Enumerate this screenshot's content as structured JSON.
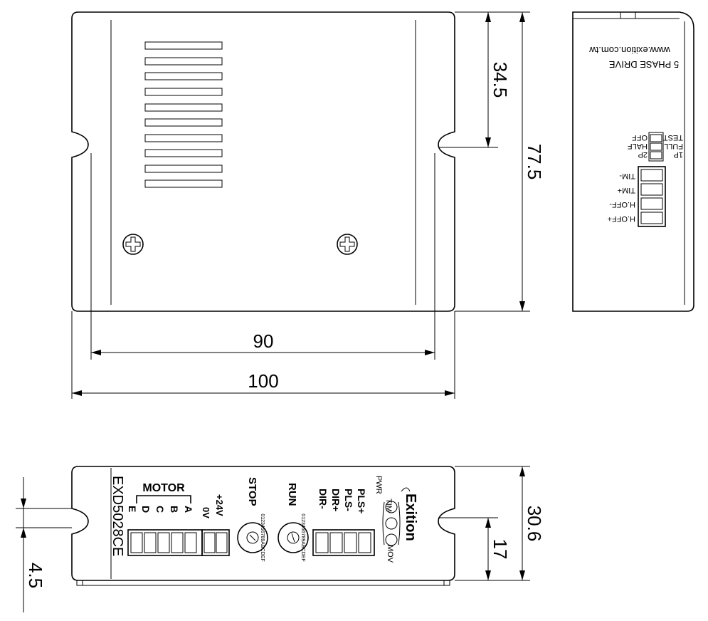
{
  "dimensions": {
    "width_100": "100",
    "width_90": "90",
    "height_77_5": "77.5",
    "height_34_5": "34.5",
    "height_30_6": "30.6",
    "height_17": "17",
    "slot_4_5": "4.5"
  },
  "side_view": {
    "url": "www.exition.com.tw",
    "drive": "5 PHASE DRIVE",
    "switch_left": [
      "OFF",
      "HALF",
      "2P"
    ],
    "switch_right": [
      "TEST",
      "FULL",
      "1P"
    ],
    "terminals": [
      "TIM-",
      "TIM+",
      "H.OFF-",
      "H.OFF+"
    ]
  },
  "front_view": {
    "model": "EXD5028CE",
    "motor_label": "MOTOR",
    "motor_phases": [
      "E",
      "D",
      "C",
      "B",
      "A"
    ],
    "power": [
      "0V",
      "+24V"
    ],
    "stop_label": "STOP",
    "run_label": "RUN",
    "signals": [
      "DIR-",
      "DIR+",
      "PLS-",
      "PLS+"
    ],
    "leds": [
      "PWR",
      "TIM",
      "MOV"
    ],
    "brand": "Exition",
    "dial_digits": "0123456789ABCDEF"
  }
}
